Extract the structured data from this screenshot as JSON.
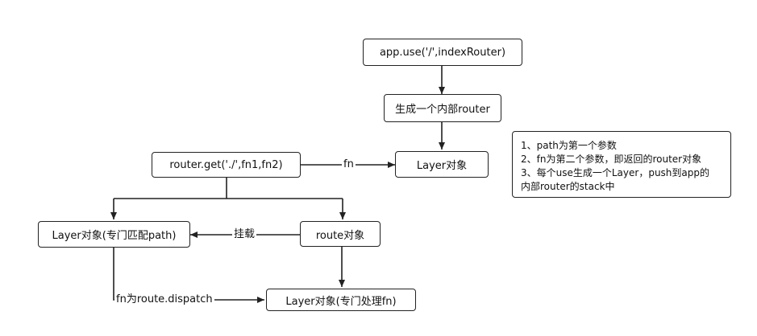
{
  "nodes": {
    "app_use": "app.use('/',indexRouter)",
    "inner_router": "生成一个内部router",
    "layer_top": "Layer对象",
    "router_get": "router.get('./',fn1,fn2)",
    "layer_path": "Layer对象(专门匹配path)",
    "route_obj": "route对象",
    "layer_fn": "Layer对象(专门处理fn)"
  },
  "edge_labels": {
    "fn": "fn",
    "mount": "挂载",
    "dispatch": "fn为route.dispatch"
  },
  "note_lines": [
    "1、path为第一个参数",
    "2、fn为第二个参数，即返回的router对象",
    "3、每个use生成一个Layer，push到app的",
    "内部router的stack中"
  ]
}
